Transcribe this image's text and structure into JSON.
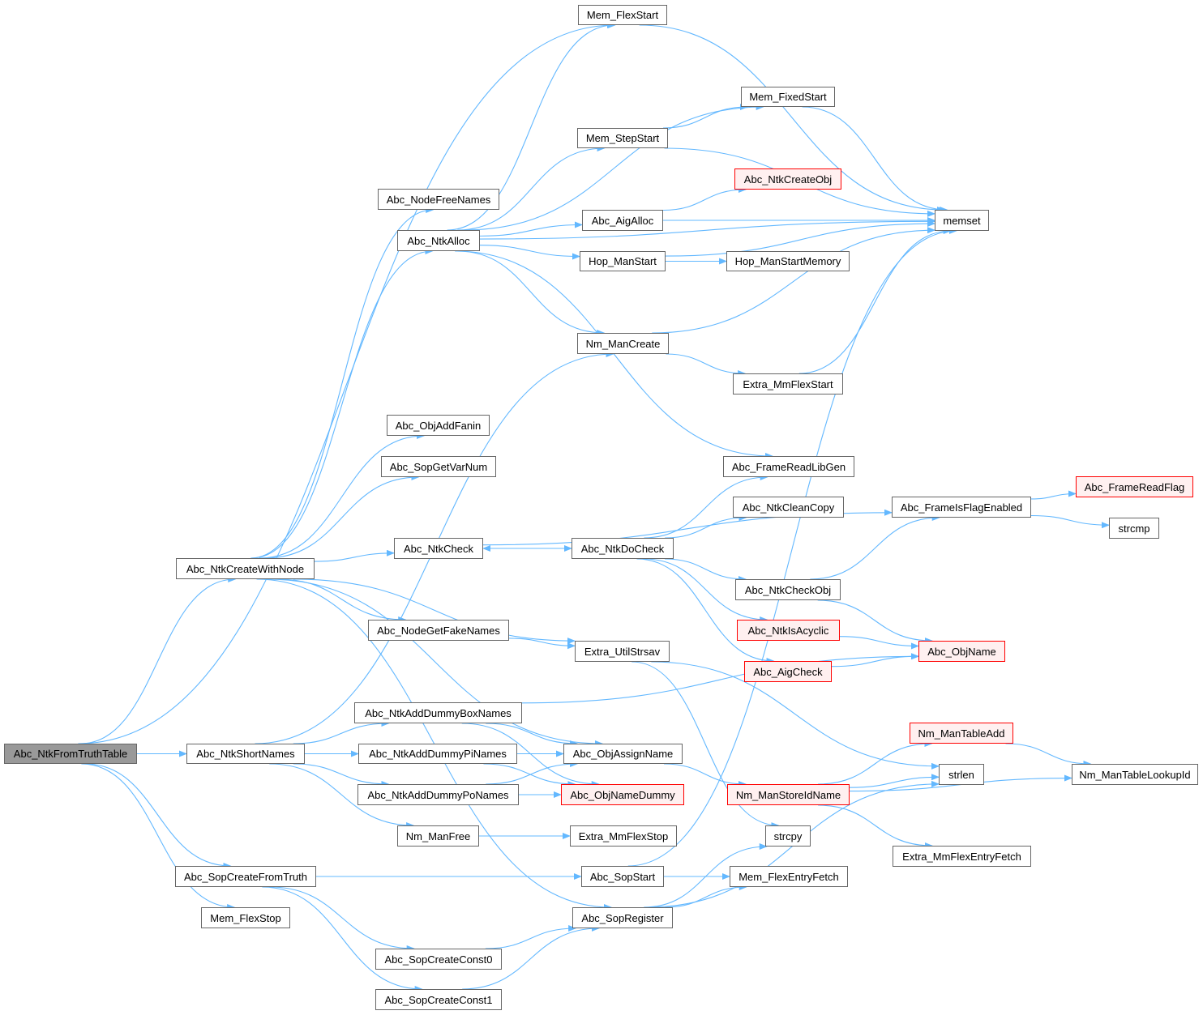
{
  "colors": {
    "edge": "#63b8ff",
    "root_fill": "#999999",
    "red_border": "#ff0000",
    "red_fill": "#fff0f0"
  },
  "nodes": [
    {
      "id": "Abc_NtkFromTruthTable",
      "label": "Abc_NtkFromTruthTable",
      "style": "root"
    },
    {
      "id": "Mem_FlexStart",
      "label": "Mem_FlexStart",
      "style": "normal"
    },
    {
      "id": "Mem_FixedStart",
      "label": "Mem_FixedStart",
      "style": "normal"
    },
    {
      "id": "Mem_StepStart",
      "label": "Mem_StepStart",
      "style": "normal"
    },
    {
      "id": "Abc_NtkCreateObj",
      "label": "Abc_NtkCreateObj",
      "style": "red"
    },
    {
      "id": "memset",
      "label": "memset",
      "style": "normal"
    },
    {
      "id": "Abc_NodeFreeNames",
      "label": "Abc_NodeFreeNames",
      "style": "normal"
    },
    {
      "id": "Abc_NtkAlloc",
      "label": "Abc_NtkAlloc",
      "style": "normal"
    },
    {
      "id": "Abc_AigAlloc",
      "label": "Abc_AigAlloc",
      "style": "normal"
    },
    {
      "id": "Hop_ManStart",
      "label": "Hop_ManStart",
      "style": "normal"
    },
    {
      "id": "Hop_ManStartMemory",
      "label": "Hop_ManStartMemory",
      "style": "normal"
    },
    {
      "id": "Nm_ManCreate",
      "label": "Nm_ManCreate",
      "style": "normal"
    },
    {
      "id": "Extra_MmFlexStart",
      "label": "Extra_MmFlexStart",
      "style": "normal"
    },
    {
      "id": "Abc_ObjAddFanin",
      "label": "Abc_ObjAddFanin",
      "style": "normal"
    },
    {
      "id": "Abc_SopGetVarNum",
      "label": "Abc_SopGetVarNum",
      "style": "normal"
    },
    {
      "id": "Abc_FrameReadLibGen",
      "label": "Abc_FrameReadLibGen",
      "style": "normal"
    },
    {
      "id": "Abc_FrameReadFlag",
      "label": "Abc_FrameReadFlag",
      "style": "red"
    },
    {
      "id": "Abc_FrameIsFlagEnabled",
      "label": "Abc_FrameIsFlagEnabled",
      "style": "normal"
    },
    {
      "id": "Abc_NtkCleanCopy",
      "label": "Abc_NtkCleanCopy",
      "style": "normal"
    },
    {
      "id": "strcmp",
      "label": "strcmp",
      "style": "normal"
    },
    {
      "id": "Abc_NtkCheck",
      "label": "Abc_NtkCheck",
      "style": "normal"
    },
    {
      "id": "Abc_NtkDoCheck",
      "label": "Abc_NtkDoCheck",
      "style": "normal"
    },
    {
      "id": "Abc_NtkCreateWithNode",
      "label": "Abc_NtkCreateWithNode",
      "style": "normal"
    },
    {
      "id": "Abc_NtkCheckObj",
      "label": "Abc_NtkCheckObj",
      "style": "normal"
    },
    {
      "id": "Abc_NodeGetFakeNames",
      "label": "Abc_NodeGetFakeNames",
      "style": "normal"
    },
    {
      "id": "Abc_NtkIsAcyclic",
      "label": "Abc_NtkIsAcyclic",
      "style": "red"
    },
    {
      "id": "Extra_UtilStrsav",
      "label": "Extra_UtilStrsav",
      "style": "normal"
    },
    {
      "id": "Abc_ObjName",
      "label": "Abc_ObjName",
      "style": "red"
    },
    {
      "id": "Abc_AigCheck",
      "label": "Abc_AigCheck",
      "style": "red"
    },
    {
      "id": "Abc_NtkAddDummyBoxNames",
      "label": "Abc_NtkAddDummyBoxNames",
      "style": "normal"
    },
    {
      "id": "Nm_ManTableAdd",
      "label": "Nm_ManTableAdd",
      "style": "red"
    },
    {
      "id": "Abc_NtkShortNames",
      "label": "Abc_NtkShortNames",
      "style": "normal"
    },
    {
      "id": "Abc_NtkAddDummyPiNames",
      "label": "Abc_NtkAddDummyPiNames",
      "style": "normal"
    },
    {
      "id": "Abc_ObjAssignName",
      "label": "Abc_ObjAssignName",
      "style": "normal"
    },
    {
      "id": "strlen",
      "label": "strlen",
      "style": "normal"
    },
    {
      "id": "Nm_ManTableLookupId",
      "label": "Nm_ManTableLookupId",
      "style": "normal"
    },
    {
      "id": "Abc_NtkAddDummyPoNames",
      "label": "Abc_NtkAddDummyPoNames",
      "style": "normal"
    },
    {
      "id": "Abc_ObjNameDummy",
      "label": "Abc_ObjNameDummy",
      "style": "red"
    },
    {
      "id": "Nm_ManStoreIdName",
      "label": "Nm_ManStoreIdName",
      "style": "red"
    },
    {
      "id": "Nm_ManFree",
      "label": "Nm_ManFree",
      "style": "normal"
    },
    {
      "id": "Extra_MmFlexStop",
      "label": "Extra_MmFlexStop",
      "style": "normal"
    },
    {
      "id": "strcpy",
      "label": "strcpy",
      "style": "normal"
    },
    {
      "id": "Extra_MmFlexEntryFetch",
      "label": "Extra_MmFlexEntryFetch",
      "style": "normal"
    },
    {
      "id": "Abc_SopCreateFromTruth",
      "label": "Abc_SopCreateFromTruth",
      "style": "normal"
    },
    {
      "id": "Abc_SopStart",
      "label": "Abc_SopStart",
      "style": "normal"
    },
    {
      "id": "Mem_FlexEntryFetch",
      "label": "Mem_FlexEntryFetch",
      "style": "normal"
    },
    {
      "id": "Mem_FlexStop",
      "label": "Mem_FlexStop",
      "style": "normal"
    },
    {
      "id": "Abc_SopRegister",
      "label": "Abc_SopRegister",
      "style": "normal"
    },
    {
      "id": "Abc_SopCreateConst0",
      "label": "Abc_SopCreateConst0",
      "style": "normal"
    },
    {
      "id": "Abc_SopCreateConst1",
      "label": "Abc_SopCreateConst1",
      "style": "normal"
    }
  ],
  "edges": [
    [
      "Abc_NtkFromTruthTable",
      "Mem_FlexStart"
    ],
    [
      "Abc_NtkFromTruthTable",
      "Abc_NtkCreateWithNode"
    ],
    [
      "Abc_NtkFromTruthTable",
      "Abc_NtkShortNames"
    ],
    [
      "Abc_NtkFromTruthTable",
      "Abc_SopCreateFromTruth"
    ],
    [
      "Abc_NtkFromTruthTable",
      "Mem_FlexStop"
    ],
    [
      "Abc_NtkCreateWithNode",
      "Abc_NodeFreeNames"
    ],
    [
      "Abc_NtkCreateWithNode",
      "Abc_NtkAlloc"
    ],
    [
      "Abc_NtkCreateWithNode",
      "Abc_ObjAddFanin"
    ],
    [
      "Abc_NtkCreateWithNode",
      "Abc_SopGetVarNum"
    ],
    [
      "Abc_NtkCreateWithNode",
      "Abc_NtkCheck"
    ],
    [
      "Abc_NtkCreateWithNode",
      "Abc_NodeGetFakeNames"
    ],
    [
      "Abc_NtkCreateWithNode",
      "Extra_UtilStrsav"
    ],
    [
      "Abc_NtkCreateWithNode",
      "Abc_ObjAssignName"
    ],
    [
      "Abc_NtkCreateWithNode",
      "Abc_SopRegister"
    ],
    [
      "Abc_NtkAlloc",
      "Mem_FlexStart"
    ],
    [
      "Abc_NtkAlloc",
      "memset"
    ],
    [
      "Abc_NtkAlloc",
      "Mem_FixedStart"
    ],
    [
      "Abc_NtkAlloc",
      "Mem_StepStart"
    ],
    [
      "Abc_NtkAlloc",
      "Abc_AigAlloc"
    ],
    [
      "Abc_NtkAlloc",
      "Hop_ManStart"
    ],
    [
      "Abc_NtkAlloc",
      "Nm_ManCreate"
    ],
    [
      "Abc_NtkAlloc",
      "Abc_FrameReadLibGen"
    ],
    [
      "Mem_FlexStart",
      "memset"
    ],
    [
      "Mem_FixedStart",
      "memset"
    ],
    [
      "Mem_StepStart",
      "Mem_FixedStart"
    ],
    [
      "Mem_StepStart",
      "memset"
    ],
    [
      "Abc_AigAlloc",
      "Abc_NtkCreateObj"
    ],
    [
      "Abc_AigAlloc",
      "memset"
    ],
    [
      "Hop_ManStart",
      "Hop_ManStartMemory"
    ],
    [
      "Hop_ManStart",
      "memset"
    ],
    [
      "Nm_ManCreate",
      "memset"
    ],
    [
      "Nm_ManCreate",
      "Extra_MmFlexStart"
    ],
    [
      "Extra_MmFlexStart",
      "memset"
    ],
    [
      "Abc_NtkCheck",
      "Abc_NtkDoCheck"
    ],
    [
      "Abc_NtkCheck",
      "Abc_FrameIsFlagEnabled"
    ],
    [
      "Abc_NtkDoCheck",
      "Abc_FrameReadLibGen"
    ],
    [
      "Abc_NtkDoCheck",
      "Abc_NtkCleanCopy"
    ],
    [
      "Abc_NtkDoCheck",
      "Abc_NtkCheck"
    ],
    [
      "Abc_NtkDoCheck",
      "Abc_NtkCheckObj"
    ],
    [
      "Abc_NtkDoCheck",
      "Abc_NtkIsAcyclic"
    ],
    [
      "Abc_NtkDoCheck",
      "Abc_AigCheck"
    ],
    [
      "Abc_NtkCheckObj",
      "Abc_FrameIsFlagEnabled"
    ],
    [
      "Abc_NtkCheckObj",
      "Abc_ObjName"
    ],
    [
      "Abc_FrameIsFlagEnabled",
      "Abc_FrameReadFlag"
    ],
    [
      "Abc_FrameIsFlagEnabled",
      "strcmp"
    ],
    [
      "Abc_NtkIsAcyclic",
      "Abc_ObjName"
    ],
    [
      "Abc_AigCheck",
      "Abc_ObjName"
    ],
    [
      "Abc_NodeGetFakeNames",
      "Extra_UtilStrsav"
    ],
    [
      "Extra_UtilStrsav",
      "strlen"
    ],
    [
      "Extra_UtilStrsav",
      "strcpy"
    ],
    [
      "Abc_NtkShortNames",
      "Nm_ManCreate"
    ],
    [
      "Abc_NtkShortNames",
      "Abc_NtkAddDummyBoxNames"
    ],
    [
      "Abc_NtkShortNames",
      "Abc_NtkAddDummyPiNames"
    ],
    [
      "Abc_NtkShortNames",
      "Abc_NtkAddDummyPoNames"
    ],
    [
      "Abc_NtkShortNames",
      "Nm_ManFree"
    ],
    [
      "Abc_NtkAddDummyBoxNames",
      "Abc_ObjAssignName"
    ],
    [
      "Abc_NtkAddDummyBoxNames",
      "Abc_ObjNameDummy"
    ],
    [
      "Abc_NtkAddDummyBoxNames",
      "Abc_ObjName"
    ],
    [
      "Abc_NtkAddDummyPiNames",
      "Abc_ObjAssignName"
    ],
    [
      "Abc_NtkAddDummyPiNames",
      "Abc_ObjNameDummy"
    ],
    [
      "Abc_NtkAddDummyPoNames",
      "Abc_ObjAssignName"
    ],
    [
      "Abc_NtkAddDummyPoNames",
      "Abc_ObjNameDummy"
    ],
    [
      "Abc_ObjAssignName",
      "Nm_ManStoreIdName"
    ],
    [
      "Nm_ManStoreIdName",
      "Nm_ManTableAdd"
    ],
    [
      "Nm_ManStoreIdName",
      "strlen"
    ],
    [
      "Nm_ManStoreIdName",
      "Nm_ManTableLookupId"
    ],
    [
      "Nm_ManStoreIdName",
      "Extra_MmFlexEntryFetch"
    ],
    [
      "Nm_ManTableAdd",
      "Nm_ManTableLookupId"
    ],
    [
      "Nm_ManFree",
      "Extra_MmFlexStop"
    ],
    [
      "Abc_SopCreateFromTruth",
      "Abc_SopStart"
    ],
    [
      "Abc_SopCreateFromTruth",
      "Abc_SopCreateConst0"
    ],
    [
      "Abc_SopCreateFromTruth",
      "Abc_SopCreateConst1"
    ],
    [
      "Abc_SopStart",
      "Mem_FlexEntryFetch"
    ],
    [
      "Abc_SopStart",
      "memset"
    ],
    [
      "Abc_SopRegister",
      "strcpy"
    ],
    [
      "Abc_SopRegister",
      "Mem_FlexEntryFetch"
    ],
    [
      "Abc_SopRegister",
      "strlen"
    ],
    [
      "Abc_SopCreateConst0",
      "Abc_SopRegister"
    ],
    [
      "Abc_SopCreateConst1",
      "Abc_SopRegister"
    ]
  ]
}
